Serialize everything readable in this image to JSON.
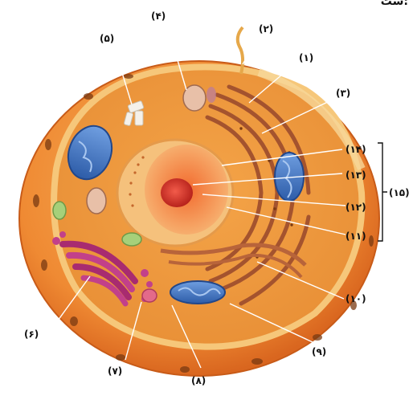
{
  "header_fragment": "ست:",
  "labels": {
    "l1": "(۱)",
    "l2": "(۲)",
    "l3": "(۳)",
    "l4": "(۴)",
    "l5": "(۵)",
    "l6": "(۶)",
    "l7": "(۷)",
    "l8": "(۸)",
    "l9": "(۹)",
    "l10": "(۱۰)",
    "l11": "(۱۱)",
    "l12": "(۱۲)",
    "l13": "(۱۳)",
    "l14": "(۱۴)",
    "l15": "(۱۵)"
  },
  "colors": {
    "membrane": "#e8772a",
    "cytoplasm": "#f3a24a",
    "cut_face": "#f6c77a",
    "nucleus": "#f08a3c",
    "nucleolus": "#d9342b",
    "golgi": "#b0357a",
    "mitochondria": "#3a6fc0",
    "er": "#b8643a"
  }
}
